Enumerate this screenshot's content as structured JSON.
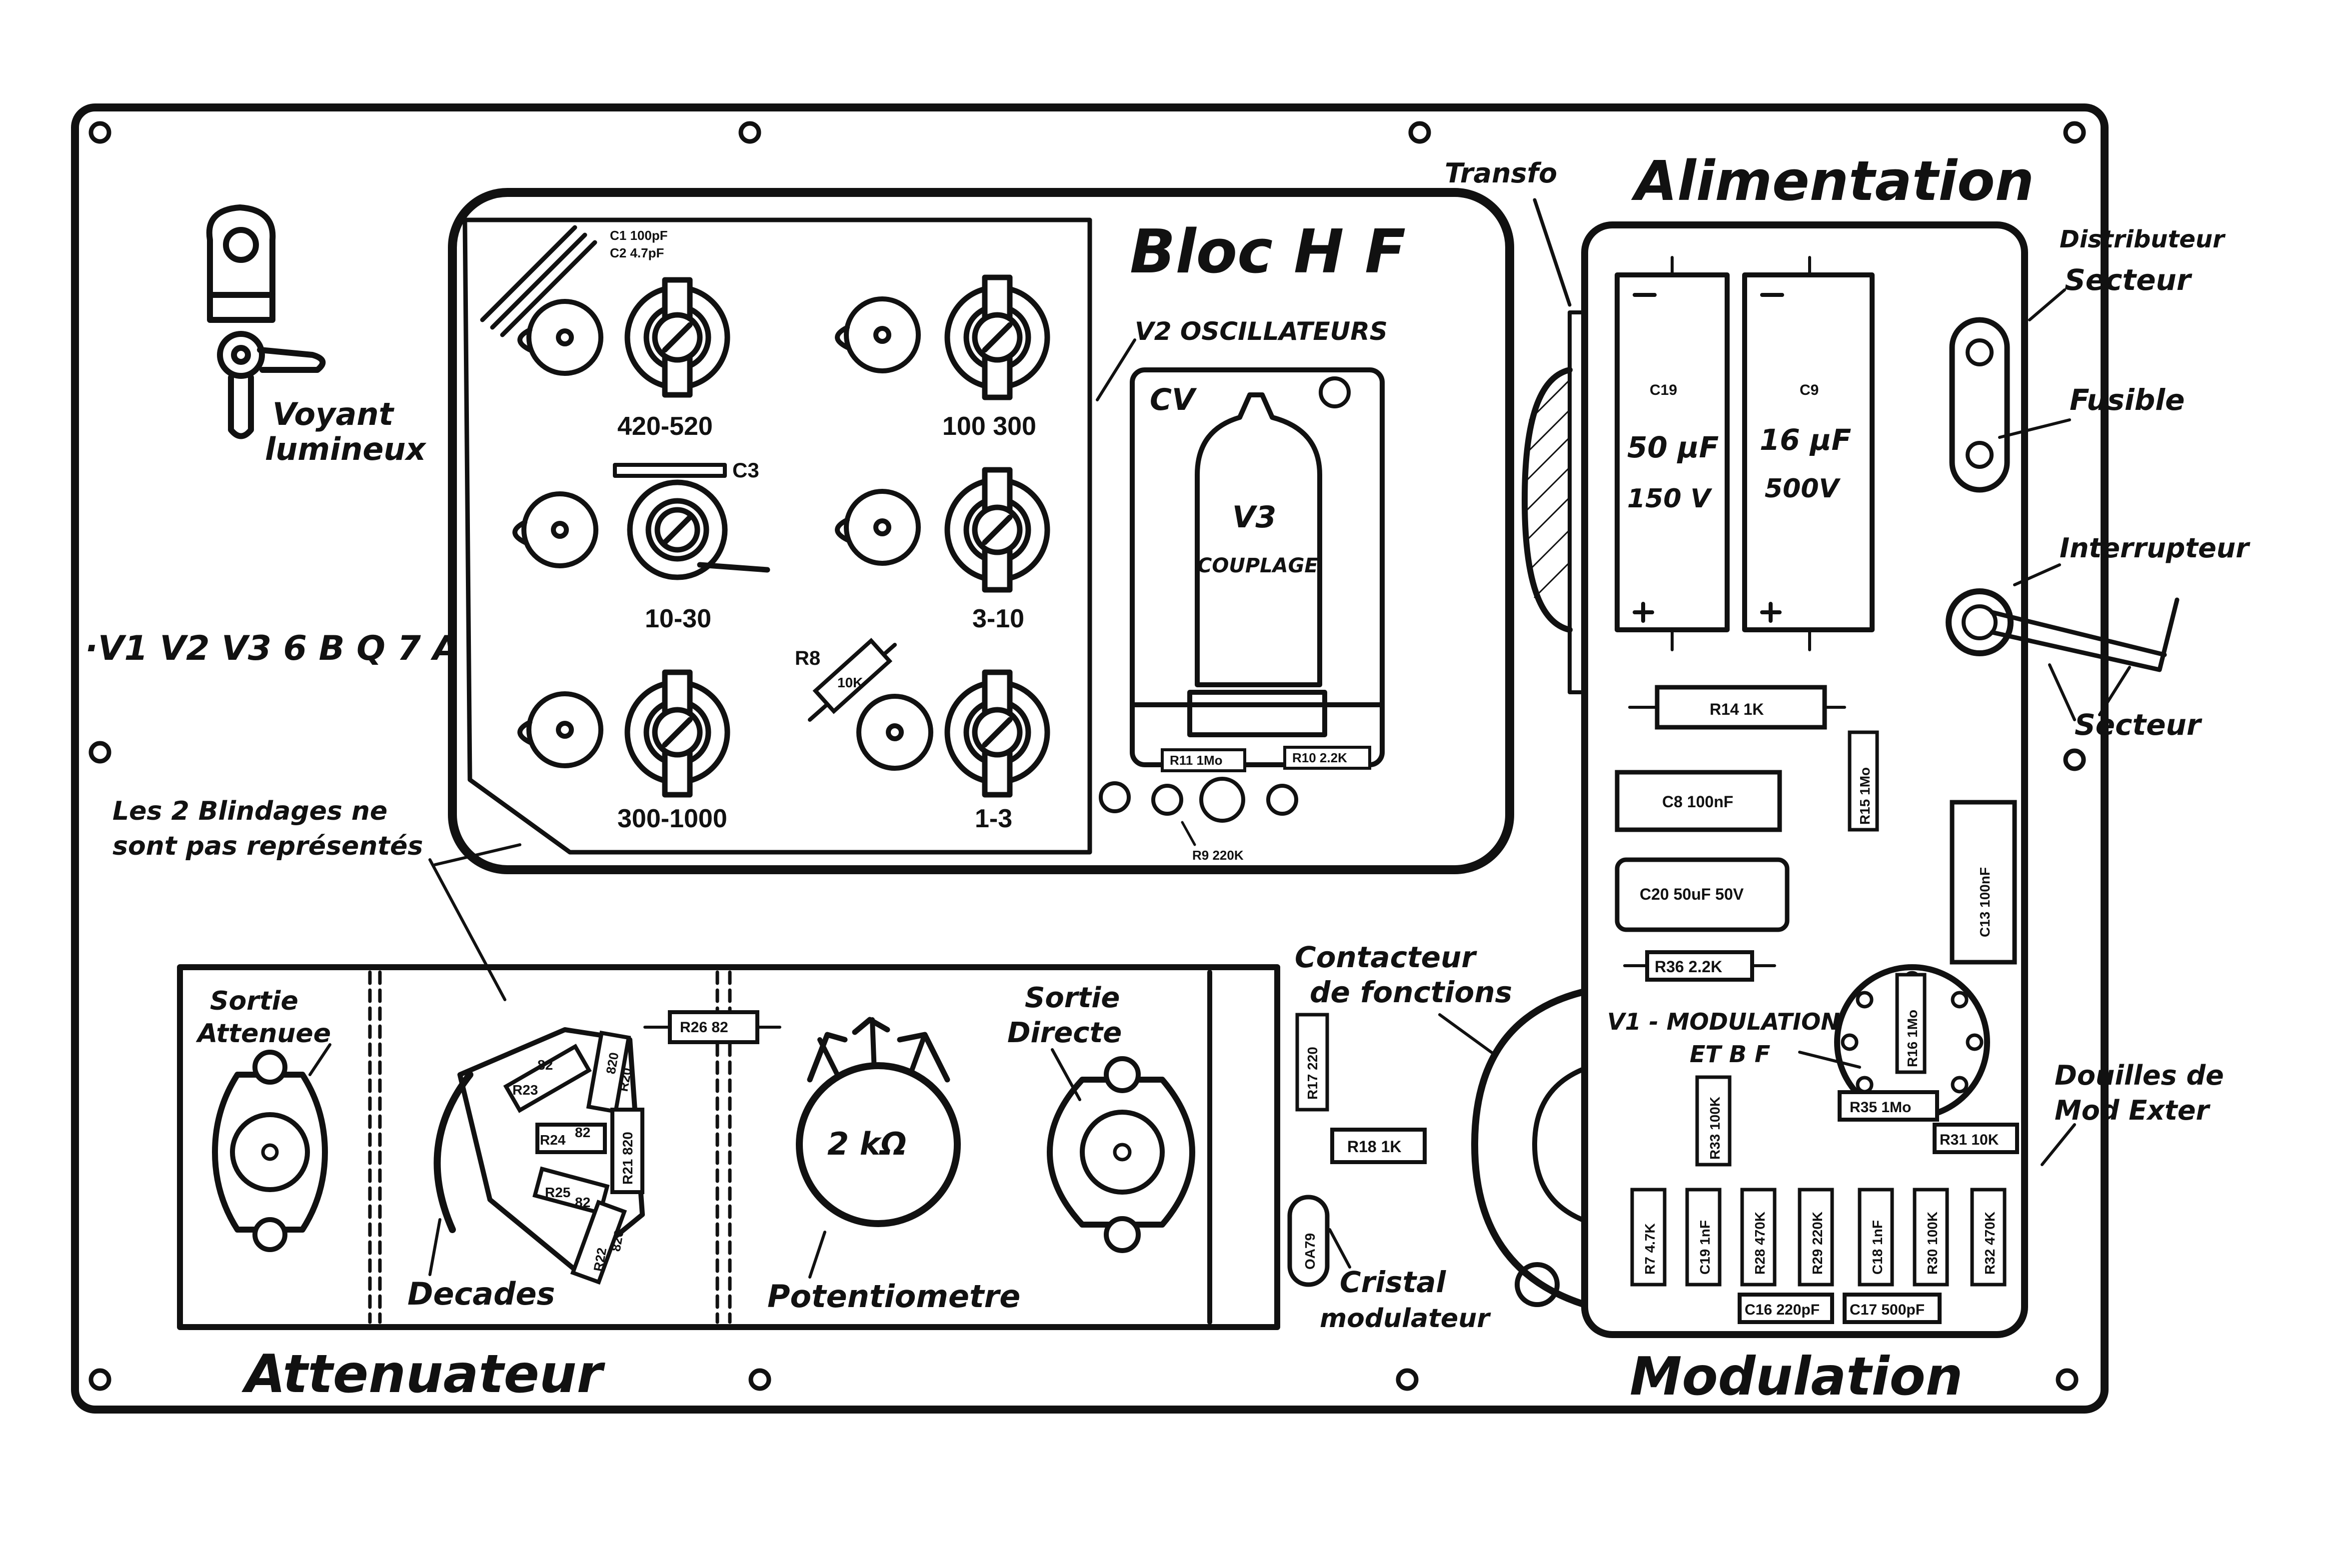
{
  "titles": {
    "bloc_hf": "Bloc H F",
    "alimentation": "Alimentation",
    "attenuateur": "Attenuateur",
    "modulation": "Modulation"
  },
  "annotations": {
    "voyant": [
      "Voyant",
      "lumineux"
    ],
    "tubes": "·V1 V2 V3   6 B Q 7 A",
    "blindages": [
      "Les 2 Blindages ne",
      "sont pas représentés"
    ],
    "transfo": "Transfo",
    "distributeur": [
      "Distributeur",
      "Secteur"
    ],
    "fusible": "Fusible",
    "interrupteur": "Interrupteur",
    "secteur": "Secteur",
    "oscillateurs": "V2  OSCILLATEURS",
    "cv": "CV",
    "v3": [
      "V3",
      "COUPLAGE"
    ],
    "contacteur": [
      "Contacteur",
      "de fonctions"
    ],
    "v1": [
      "V1 - MODULATION",
      "ET B F"
    ],
    "douilles": [
      "Douilles de",
      "Mod Exter"
    ],
    "cristal": [
      "Cristal",
      "modulateur"
    ],
    "sortie_att": [
      "Sortie",
      "Attenuee"
    ],
    "sortie_dir": [
      "Sortie",
      "Directe"
    ],
    "decades": "Decades",
    "potentiometre": "Potentiometre",
    "pot_value": "2 kΩ"
  },
  "bands": [
    "420-520",
    "100  300",
    "10-30",
    "3-10",
    "300-1000",
    "1-3"
  ],
  "components": {
    "c1": "C1   100pF",
    "c2": "C2    4.7pF",
    "c3": "C3",
    "r8": "R8",
    "r8_val": "10K",
    "r11": "R11   1Mo",
    "r10": "R10   2.2K",
    "r9": "R9  220K",
    "c19_big": [
      "C19",
      "50 μF",
      "150 V"
    ],
    "c9_big": [
      "C9",
      "16 μF",
      "500V"
    ],
    "r14": "R14  1K",
    "r15_1mo": "R15   1Mo",
    "c8": "C8  100nF",
    "c20": "C20  50uF  50V",
    "c13": "C13   100nF",
    "r36": "R36     2.2K",
    "r16": "R16  1Mo",
    "r35": "R35  1Mo",
    "r33": "R33  100K",
    "r31": "R31   10K",
    "r7": "R7  4.7K",
    "c19_small": "C19  1nF",
    "r28": "R28  470K",
    "r29": "R29  220K",
    "c18": "C18  1nF",
    "r30": "R30  100K",
    "r32": "R32  470K",
    "c16": "C16 220pF",
    "c17": "C17   500pF",
    "r17": "R17  220",
    "r18": "R18  1K",
    "oa79": "OA79",
    "r26": "R26  82",
    "r23": "R23",
    "r23_val": "82",
    "r20": "R20",
    "r20_val": "820",
    "r24": "R24",
    "r24_val": "82",
    "r21": "R21 820",
    "r25": "R25",
    "r25_val": "82",
    "r22": "R22",
    "r22_val": "820"
  }
}
